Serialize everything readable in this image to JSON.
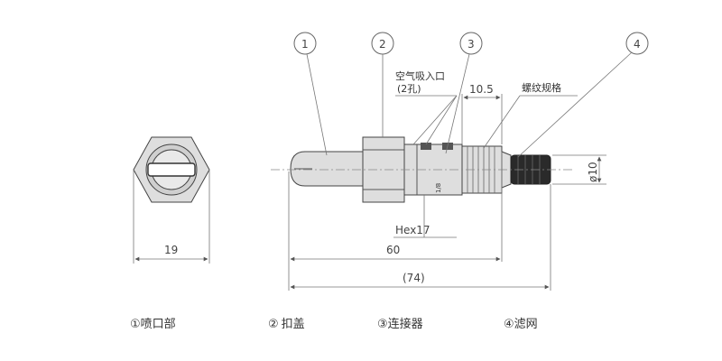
{
  "callouts": [
    "1",
    "2",
    "3",
    "4"
  ],
  "annotations": {
    "air_inlet": "空气吸入口",
    "air_holes": "(2孔)",
    "thread_spec": "螺纹规格",
    "hex": "Hex17",
    "small_mark": "1/8"
  },
  "dimensions": {
    "width_end": "19",
    "len_60": "60",
    "len_74": "(74)",
    "len_10_5": "10.5",
    "diam_10": "ø10"
  },
  "legend": [
    {
      "num": "①",
      "text": "喷口部"
    },
    {
      "num": "②",
      "text": "扣盖"
    },
    {
      "num": "③",
      "text": "连接器"
    },
    {
      "num": "④",
      "text": "滤网"
    }
  ]
}
